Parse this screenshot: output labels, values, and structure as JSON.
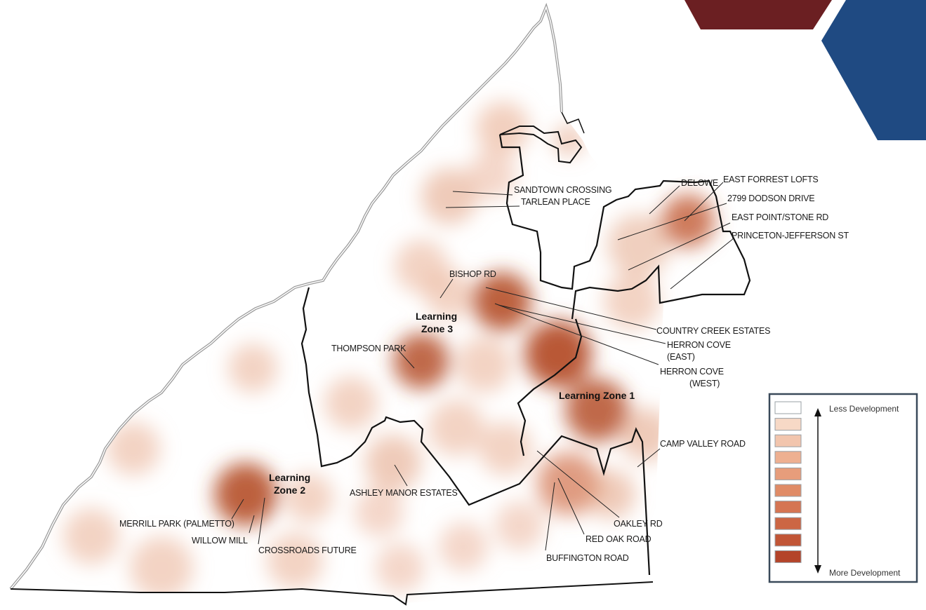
{
  "decor": {
    "top_shape_color": "#6b1f22",
    "right_shape_color": "#1f4a82"
  },
  "colors": {
    "heat": "#b5502a",
    "boundary": "#111111"
  },
  "zones": {
    "zone1": "Learning Zone 1",
    "zone2_line1": "Learning",
    "zone2_line2": "Zone 2",
    "zone3_line1": "Learning",
    "zone3_line2": "Zone 3"
  },
  "labels": {
    "sandtown_crossing": "SANDTOWN CROSSING",
    "tarlean_place": "TARLEAN PLACE",
    "delowe": "DELOWE",
    "east_forrest_lofts": "EAST FORREST LOFTS",
    "dodson_drive": "2799 DODSON DRIVE",
    "east_point_stone": "EAST POINT/STONE RD",
    "princeton_jefferson": "PRINCETON-JEFFERSON ST",
    "bishop_rd": "BISHOP RD",
    "country_creek": "COUNTRY CREEK ESTATES",
    "herron_east_1": "HERRON COVE",
    "herron_east_2": "(EAST)",
    "herron_west_1": "HERRON COVE",
    "herron_west_2": "(WEST)",
    "thompson_park": "THOMPSON PARK",
    "camp_valley": "CAMP VALLEY ROAD",
    "ashley_manor": "ASHLEY MANOR ESTATES",
    "merrill_park": "MERRILL PARK (PALMETTO)",
    "willow_mill": "WILLOW MILL",
    "crossroads_future": "CROSSROADS FUTURE",
    "oakley_rd": "OAKLEY RD",
    "red_oak": "RED OAK ROAD",
    "buffington": "BUFFINGTON ROAD"
  },
  "legend": {
    "top": "Less Development",
    "bottom": "More Development",
    "swatches": [
      "#ffffff",
      "#f7d9c6",
      "#f2c5ad",
      "#eeb091",
      "#e79d7b",
      "#e08b66",
      "#d57553",
      "#cc6644",
      "#c15536",
      "#b4442a"
    ]
  }
}
